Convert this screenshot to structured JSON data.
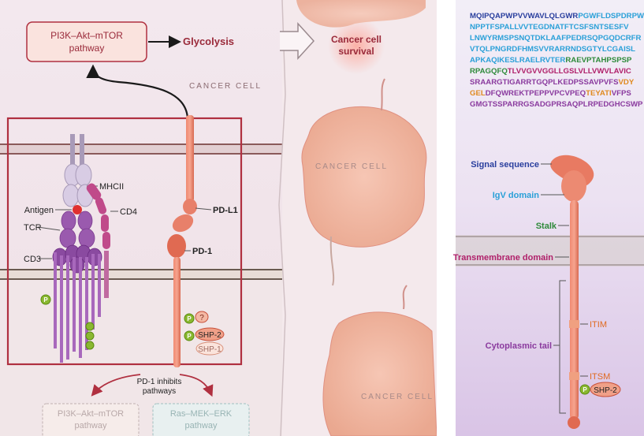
{
  "left_panel": {
    "pathway_box": {
      "line1": "PI3K–Akt–mTOR",
      "line2": "pathway"
    },
    "glycolysis": "Glycolysis",
    "cancer_cell_label": "CANCER CELL",
    "labels": {
      "mhcii": "MHCII",
      "cd4": "CD4",
      "antigen": "Antigen",
      "tcr": "TCR",
      "cd3": "CD3",
      "pdl1": "PD-L1",
      "pd1": "PD-1"
    },
    "phospho": "P",
    "question": "?",
    "shp2": "SHP-2",
    "shp1": "SHP-1",
    "inhibits": {
      "line1": "PD-1 inhibits",
      "line2": "pathways"
    },
    "bottom_boxes": [
      {
        "line1": "PI3K–Akt–mTOR",
        "line2": "pathway"
      },
      {
        "line1": "Ras–MEK–ERK",
        "line2": "pathway"
      }
    ]
  },
  "middle_panel": {
    "survival": {
      "line1": "Cancer cell",
      "line2": "survival"
    },
    "cancer_cell_labels": [
      "CANCER CELL",
      "CANCER CELL"
    ]
  },
  "right_panel": {
    "sequence": [
      {
        "text": "MQIPQAPWPVVWAVLQLGWR",
        "color": "#2a3f9e"
      },
      {
        "text": "PGWFLDSPDRP",
        "color": "#2aa0d8"
      },
      {
        "text": "WNPPTFSPALLVVTEGDNATFTCSFSNTSESFVL",
        "color": "#2aa0d8"
      },
      {
        "text": "NWYRMSPSNQTDKLAAFPEDRSQPGQDCRFR",
        "color": "#2aa0d8"
      },
      {
        "text": "VTQLPNGRDFHMSVVRARRNDSGTYLCGAISL",
        "color": "#2aa0d8"
      },
      {
        "text": "APKAQIKESLRAELRVTER",
        "color": "#2aa0d8"
      },
      {
        "text": "RAEVPTAHPSPSPRPA",
        "color": "#2e8a3a"
      },
      {
        "text": "GQFQ",
        "color": "#2e8a3a"
      },
      {
        "text": "TLVVGVVGGLLGSLVLLVWVLAVIC",
        "color": "#b0206a"
      },
      {
        "text": "SRAA",
        "color": "#8a3a9e"
      },
      {
        "text": "RGTIGARRTGQPLKEDPSSAVPVFS",
        "color": "#8a3a9e"
      },
      {
        "text": "VDYGEL",
        "color": "#e08a20"
      },
      {
        "text": "DF",
        "color": "#8a3a9e"
      },
      {
        "text": "QWREKTPEPPVPCVPEQ",
        "color": "#8a3a9e"
      },
      {
        "text": "TEYATI",
        "color": "#e08a20"
      },
      {
        "text": "VFPSGMGTSS",
        "color": "#8a3a9e"
      },
      {
        "text": "PARRGSADGPRSAQPLRPEDGHCSWPL",
        "color": "#8a3a9e"
      }
    ],
    "labels": {
      "signal_sequence": "Signal sequence",
      "igv_domain": "IgV domain",
      "stalk": "Stalk",
      "transmembrane": "Transmembrane domain",
      "cytoplasmic_tail": "Cytoplasmic tail",
      "itim": "ITIM",
      "itsm": "ITSM",
      "shp2": "SHP-2",
      "phospho": "P"
    }
  },
  "colors": {
    "salmon": "#e8806a",
    "salmon_dark": "#c8503a",
    "membrane": "#b08a86",
    "frame_red": "#b03040",
    "purple": "#9a6ab8",
    "magenta": "#c04a8a",
    "lavender": "#c8bcd8",
    "green_p": "#8ab830"
  }
}
